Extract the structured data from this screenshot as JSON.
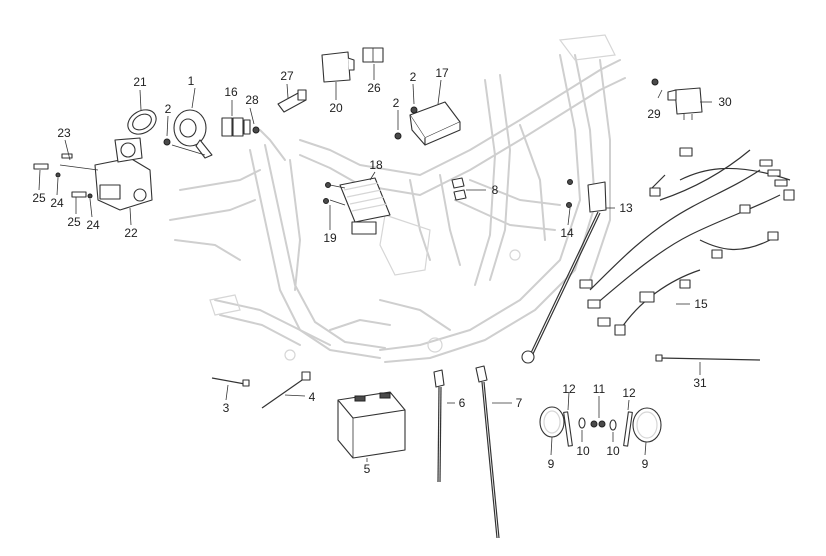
{
  "callouts": [
    "1",
    "2",
    "2",
    "2",
    "3",
    "4",
    "5",
    "6",
    "7",
    "8",
    "9",
    "9",
    "10",
    "10",
    "11",
    "12",
    "12",
    "13",
    "14",
    "15",
    "16",
    "17",
    "18",
    "19",
    "20",
    "21",
    "22",
    "23",
    "24",
    "24",
    "25",
    "25",
    "26",
    "27",
    "28",
    "29",
    "30",
    "31"
  ]
}
